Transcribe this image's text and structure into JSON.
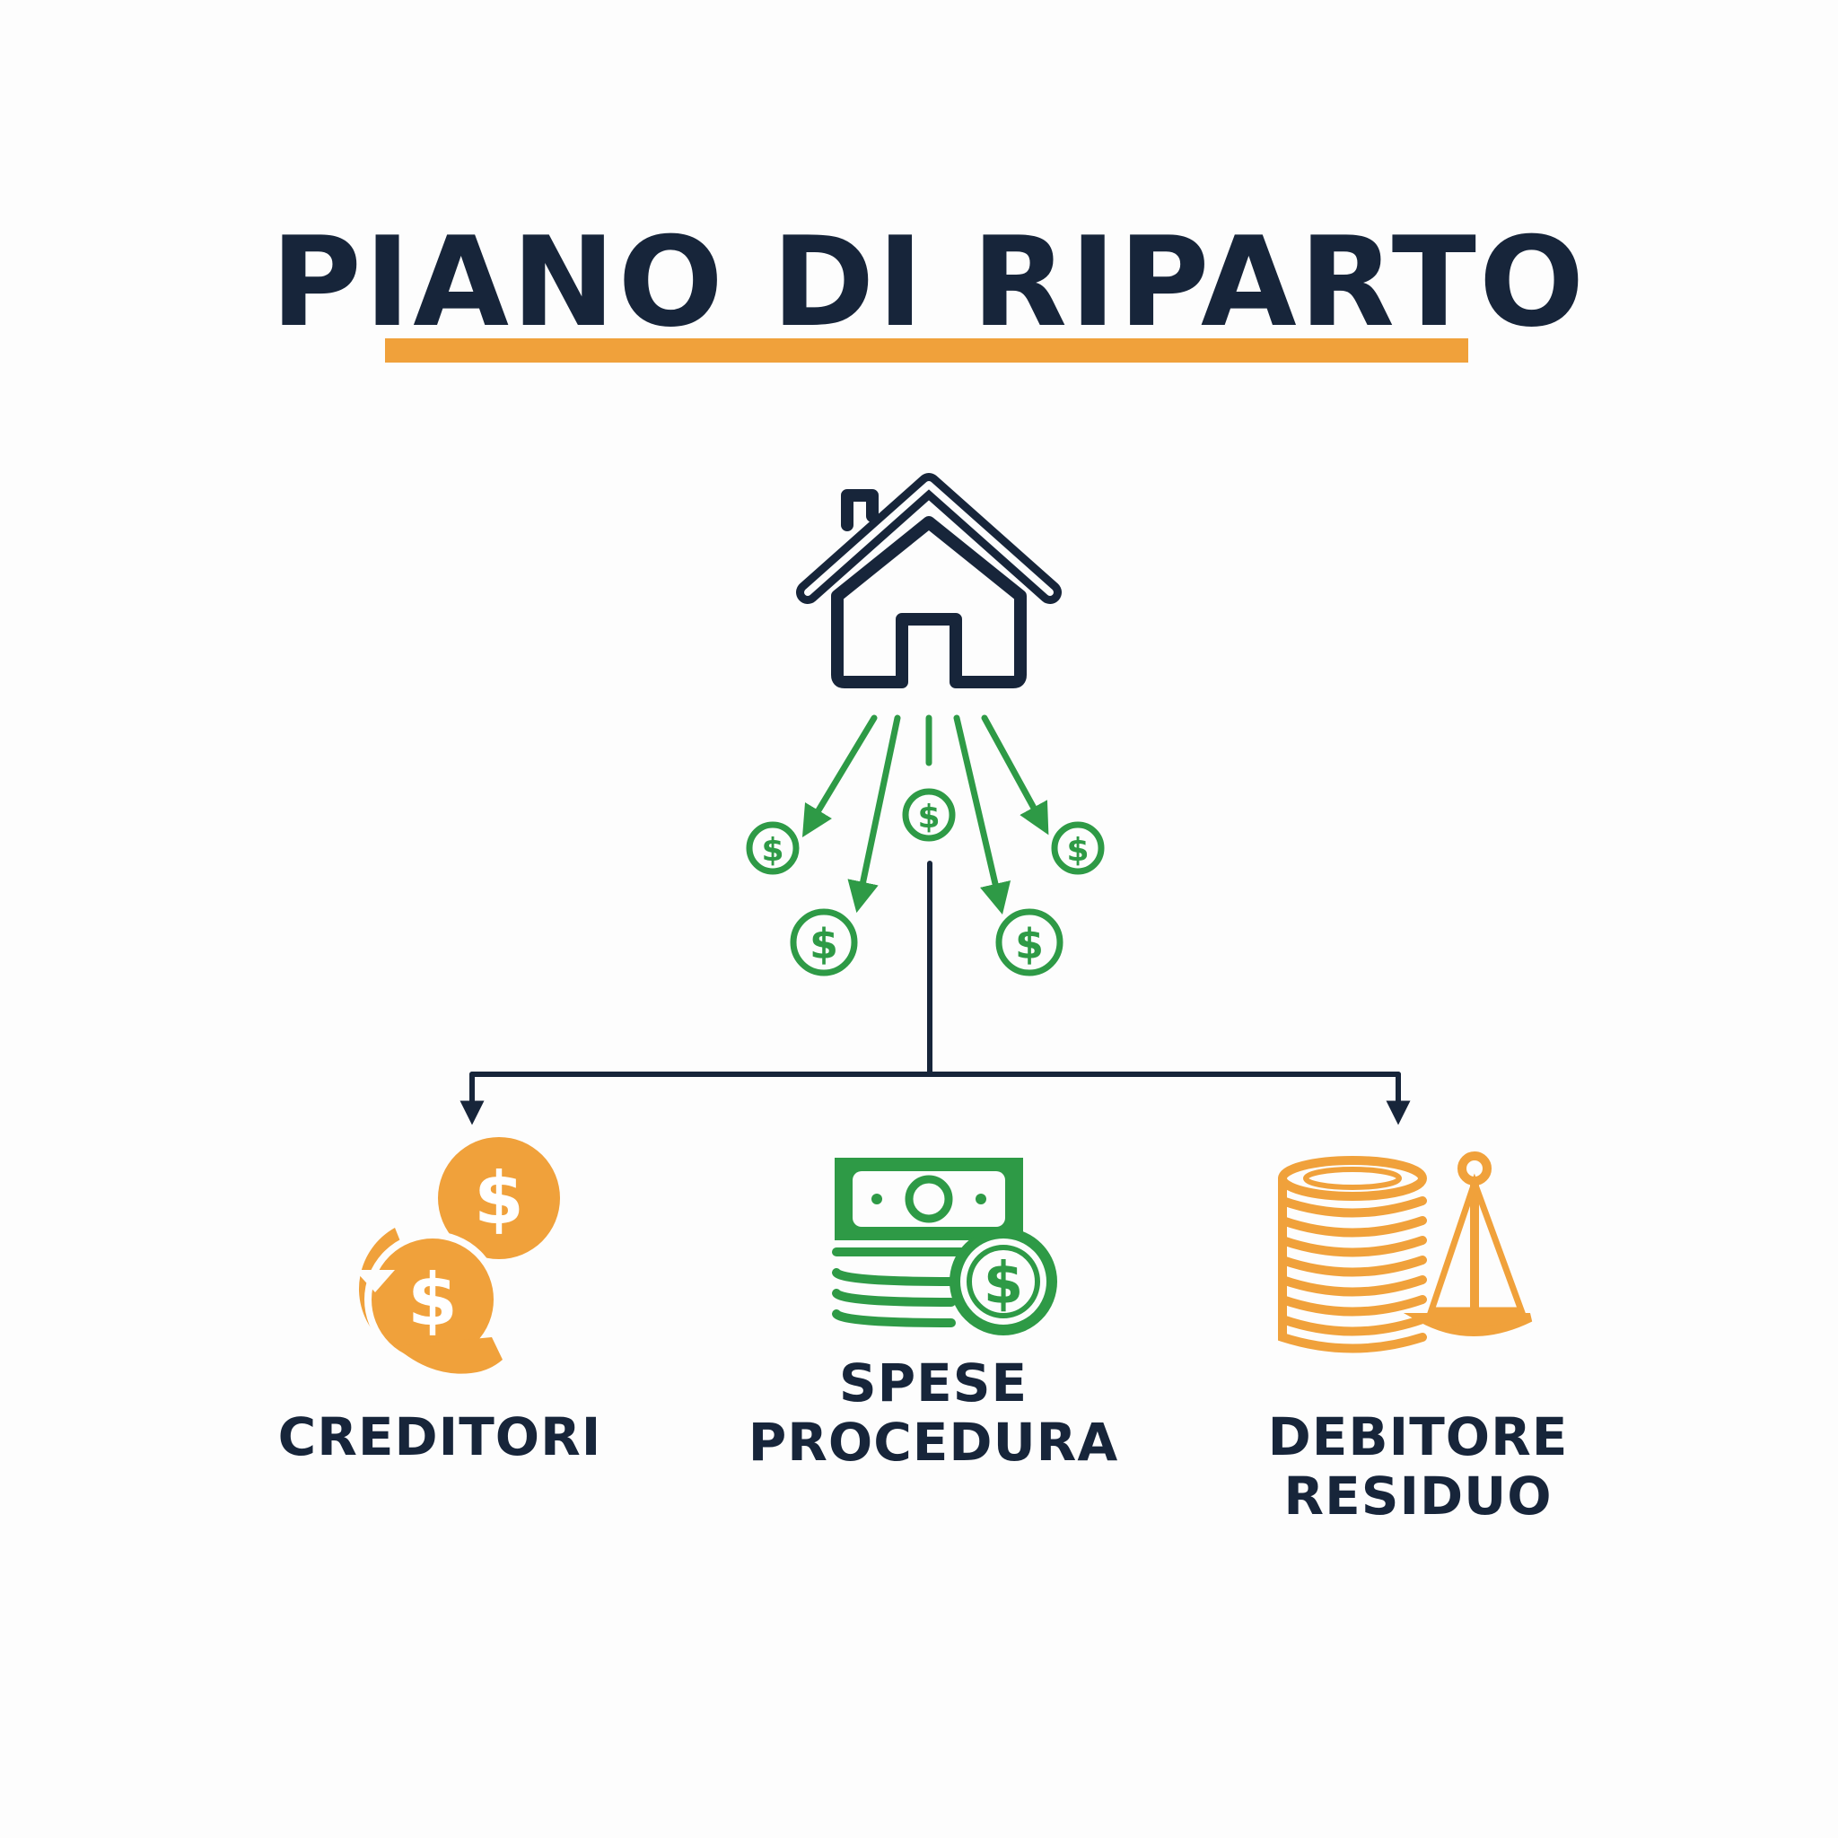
{
  "title": "PIANO DI RIPARTO",
  "colors": {
    "navy": "#17253a",
    "orange": "#f0a13b",
    "green": "#2e9a46",
    "background": "#fdfdfd"
  },
  "source": {
    "icon": "house-icon"
  },
  "flow": {
    "icon": "dollar-coin-icon",
    "coin_symbol": "$"
  },
  "branches": [
    {
      "icon": "falling-coins-icon",
      "label_lines": [
        "CREDITORI"
      ]
    },
    {
      "icon": "banknotes-coin-icon",
      "label_lines": [
        "SPESE",
        "PROCEDURA"
      ]
    },
    {
      "icon": "coin-stack-scale-icon",
      "label_lines": [
        "DEBITORE",
        "RESIDUO"
      ]
    }
  ]
}
